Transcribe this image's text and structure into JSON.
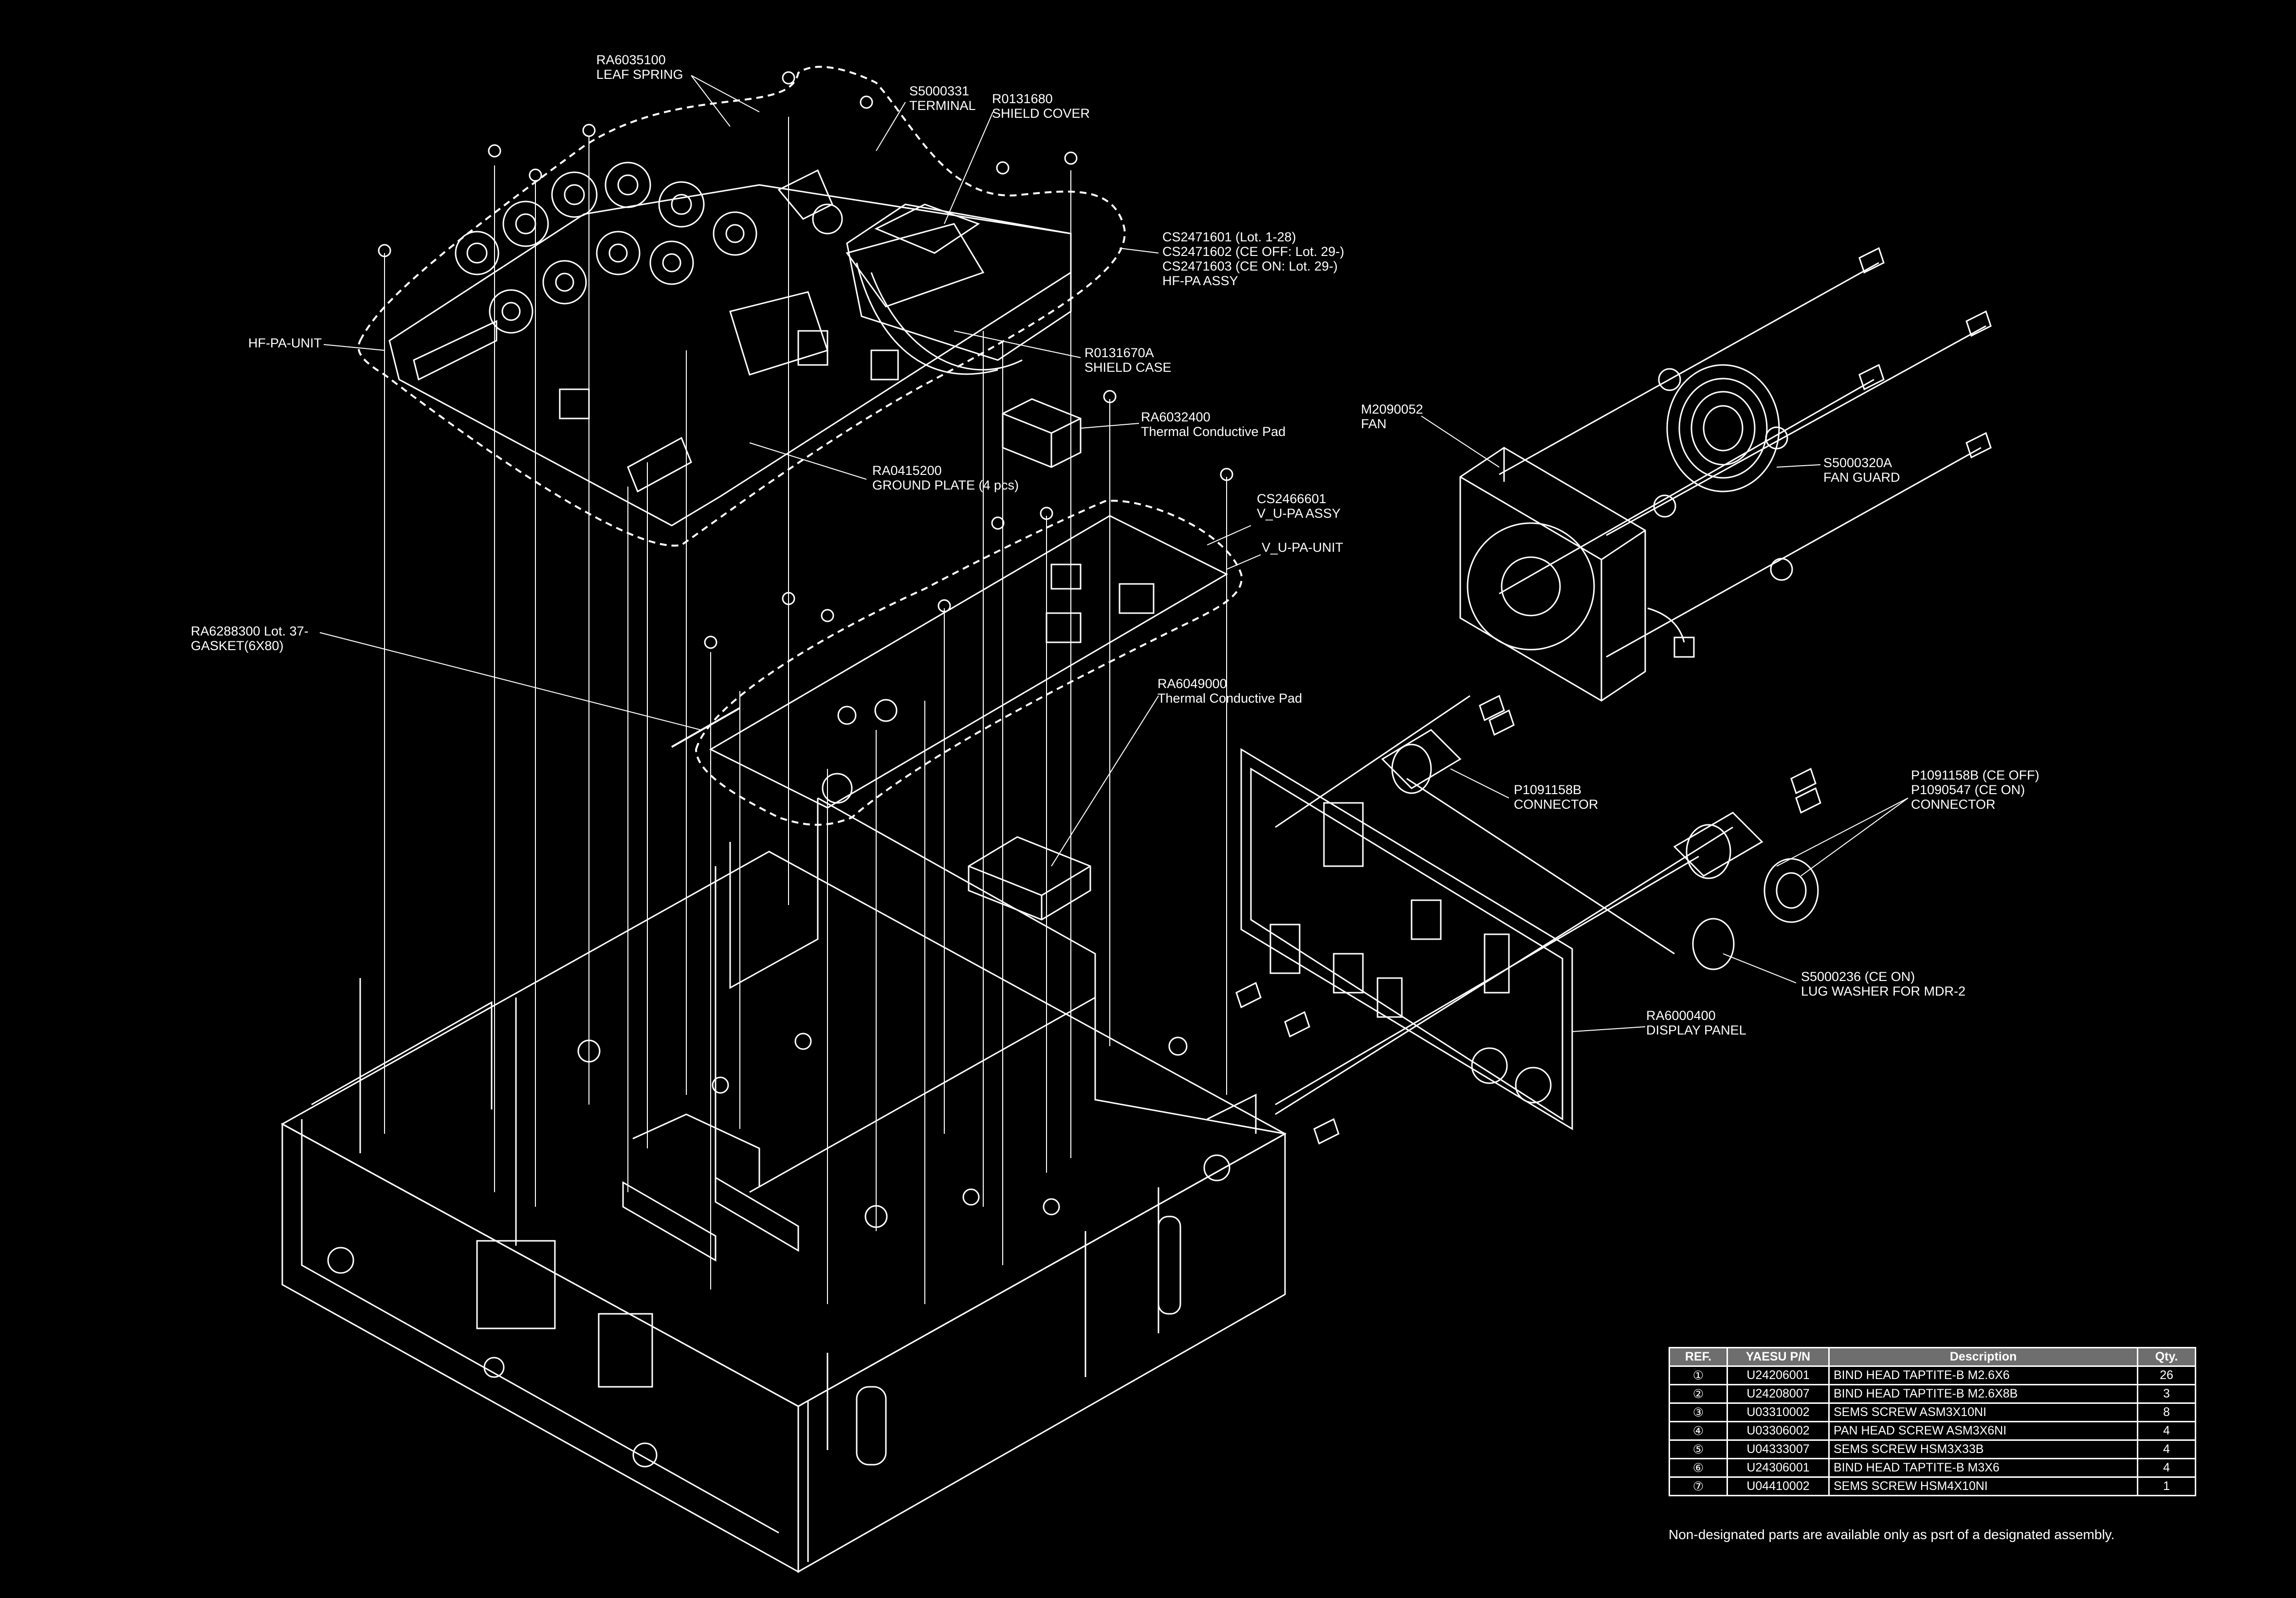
{
  "labels": {
    "leaf_spring": [
      "RA6035100",
      "LEAF SPRING"
    ],
    "terminal": [
      "S5000331",
      "TERMINAL"
    ],
    "shield_cover": [
      "R0131680",
      "SHIELD COVER"
    ],
    "hf_pa_assy": [
      "CS2471601 (Lot. 1-28)",
      "CS2471602 (CE OFF: Lot. 29-)",
      "CS2471603 (CE ON: Lot. 29-)",
      "HF-PA ASSY"
    ],
    "hf_pa_unit": "HF-PA-UNIT",
    "shield_case": [
      "R0131670A",
      "SHIELD CASE"
    ],
    "thermal_pad_1": [
      "RA6032400",
      "Thermal Conductive Pad"
    ],
    "ground_plate": [
      "RA0415200",
      "GROUND PLATE (4 pcs)"
    ],
    "vu_pa_assy": [
      "CS2466601",
      "V_U-PA ASSY"
    ],
    "vu_pa_unit": "V_U-PA-UNIT",
    "gasket": [
      "RA6288300  Lot. 37-",
      "GASKET(6X80)"
    ],
    "thermal_pad_2": [
      "RA6049000",
      "Thermal Conductive Pad"
    ],
    "fan": [
      "M2090052",
      "FAN"
    ],
    "fan_guard": [
      "S5000320A",
      "FAN GUARD"
    ],
    "connector_1": [
      "P1091158B",
      "CONNECTOR"
    ],
    "connector_2": [
      "P1091158B (CE OFF)",
      "P1090547 (CE ON)",
      "CONNECTOR"
    ],
    "lug_washer": [
      "S5000236 (CE ON)",
      "LUG WASHER FOR MDR-2"
    ],
    "display_panel": [
      "RA6000400",
      "DISPLAY PANEL"
    ]
  },
  "table": {
    "headers": [
      "REF.",
      "YAESU P/N",
      "Description",
      "Qty."
    ],
    "rows": [
      [
        "①",
        "U24206001",
        "BIND HEAD TAPTITE-B M2.6X6",
        "26"
      ],
      [
        "②",
        "U24208007",
        "BIND HEAD TAPTITE-B M2.6X8B",
        "3"
      ],
      [
        "③",
        "U03310002",
        "SEMS SCREW ASM3X10NI",
        "8"
      ],
      [
        "④",
        "U03306002",
        "PAN HEAD SCREW ASM3X6NI",
        "4"
      ],
      [
        "⑤",
        "U04333007",
        "SEMS SCREW HSM3X33B",
        "4"
      ],
      [
        "⑥",
        "U24306001",
        "BIND HEAD TAPTITE-B M3X6",
        "4"
      ],
      [
        "⑦",
        "U04410002",
        "SEMS SCREW HSM4X10NI",
        "1"
      ]
    ]
  },
  "footnote": "Non-designated parts are available only as psrt of a designated assembly.",
  "colors": {
    "background": "#000000",
    "line": "#ffffff",
    "table_header": "#6e6e6e"
  }
}
